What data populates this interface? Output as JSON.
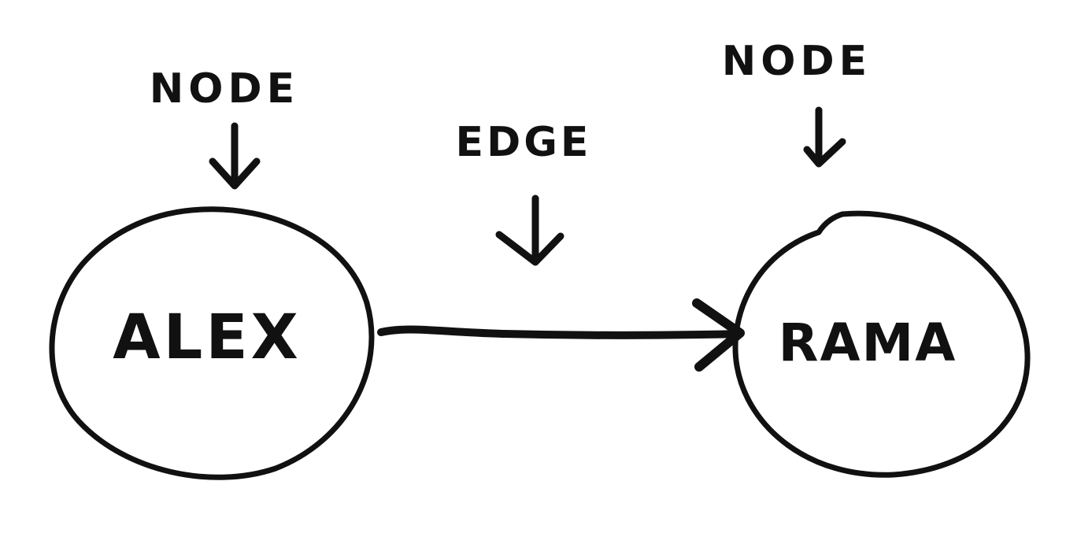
{
  "diagram": {
    "nodes": [
      {
        "id": "alex",
        "label": "ALEX",
        "annotation": "NODE"
      },
      {
        "id": "rama",
        "label": "RAMA",
        "annotation": "NODE"
      }
    ],
    "edges": [
      {
        "from": "alex",
        "to": "rama",
        "directed": true,
        "annotation": "EDGE"
      }
    ]
  },
  "colors": {
    "ink": "#111111",
    "background": "#ffffff"
  }
}
